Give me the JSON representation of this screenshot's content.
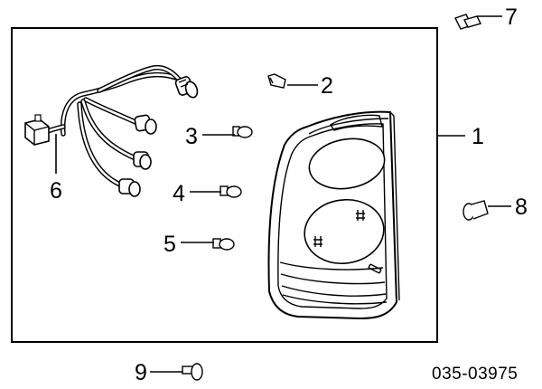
{
  "diagram": {
    "callouts": [
      {
        "id": "callout-1",
        "text": "1"
      },
      {
        "id": "callout-2",
        "text": "2"
      },
      {
        "id": "callout-3",
        "text": "3"
      },
      {
        "id": "callout-4",
        "text": "4"
      },
      {
        "id": "callout-5",
        "text": "5"
      },
      {
        "id": "callout-6",
        "text": "6"
      },
      {
        "id": "callout-7",
        "text": "7"
      },
      {
        "id": "callout-8",
        "text": "8"
      },
      {
        "id": "callout-9",
        "text": "9"
      }
    ],
    "drawing_code": "035-03975"
  }
}
